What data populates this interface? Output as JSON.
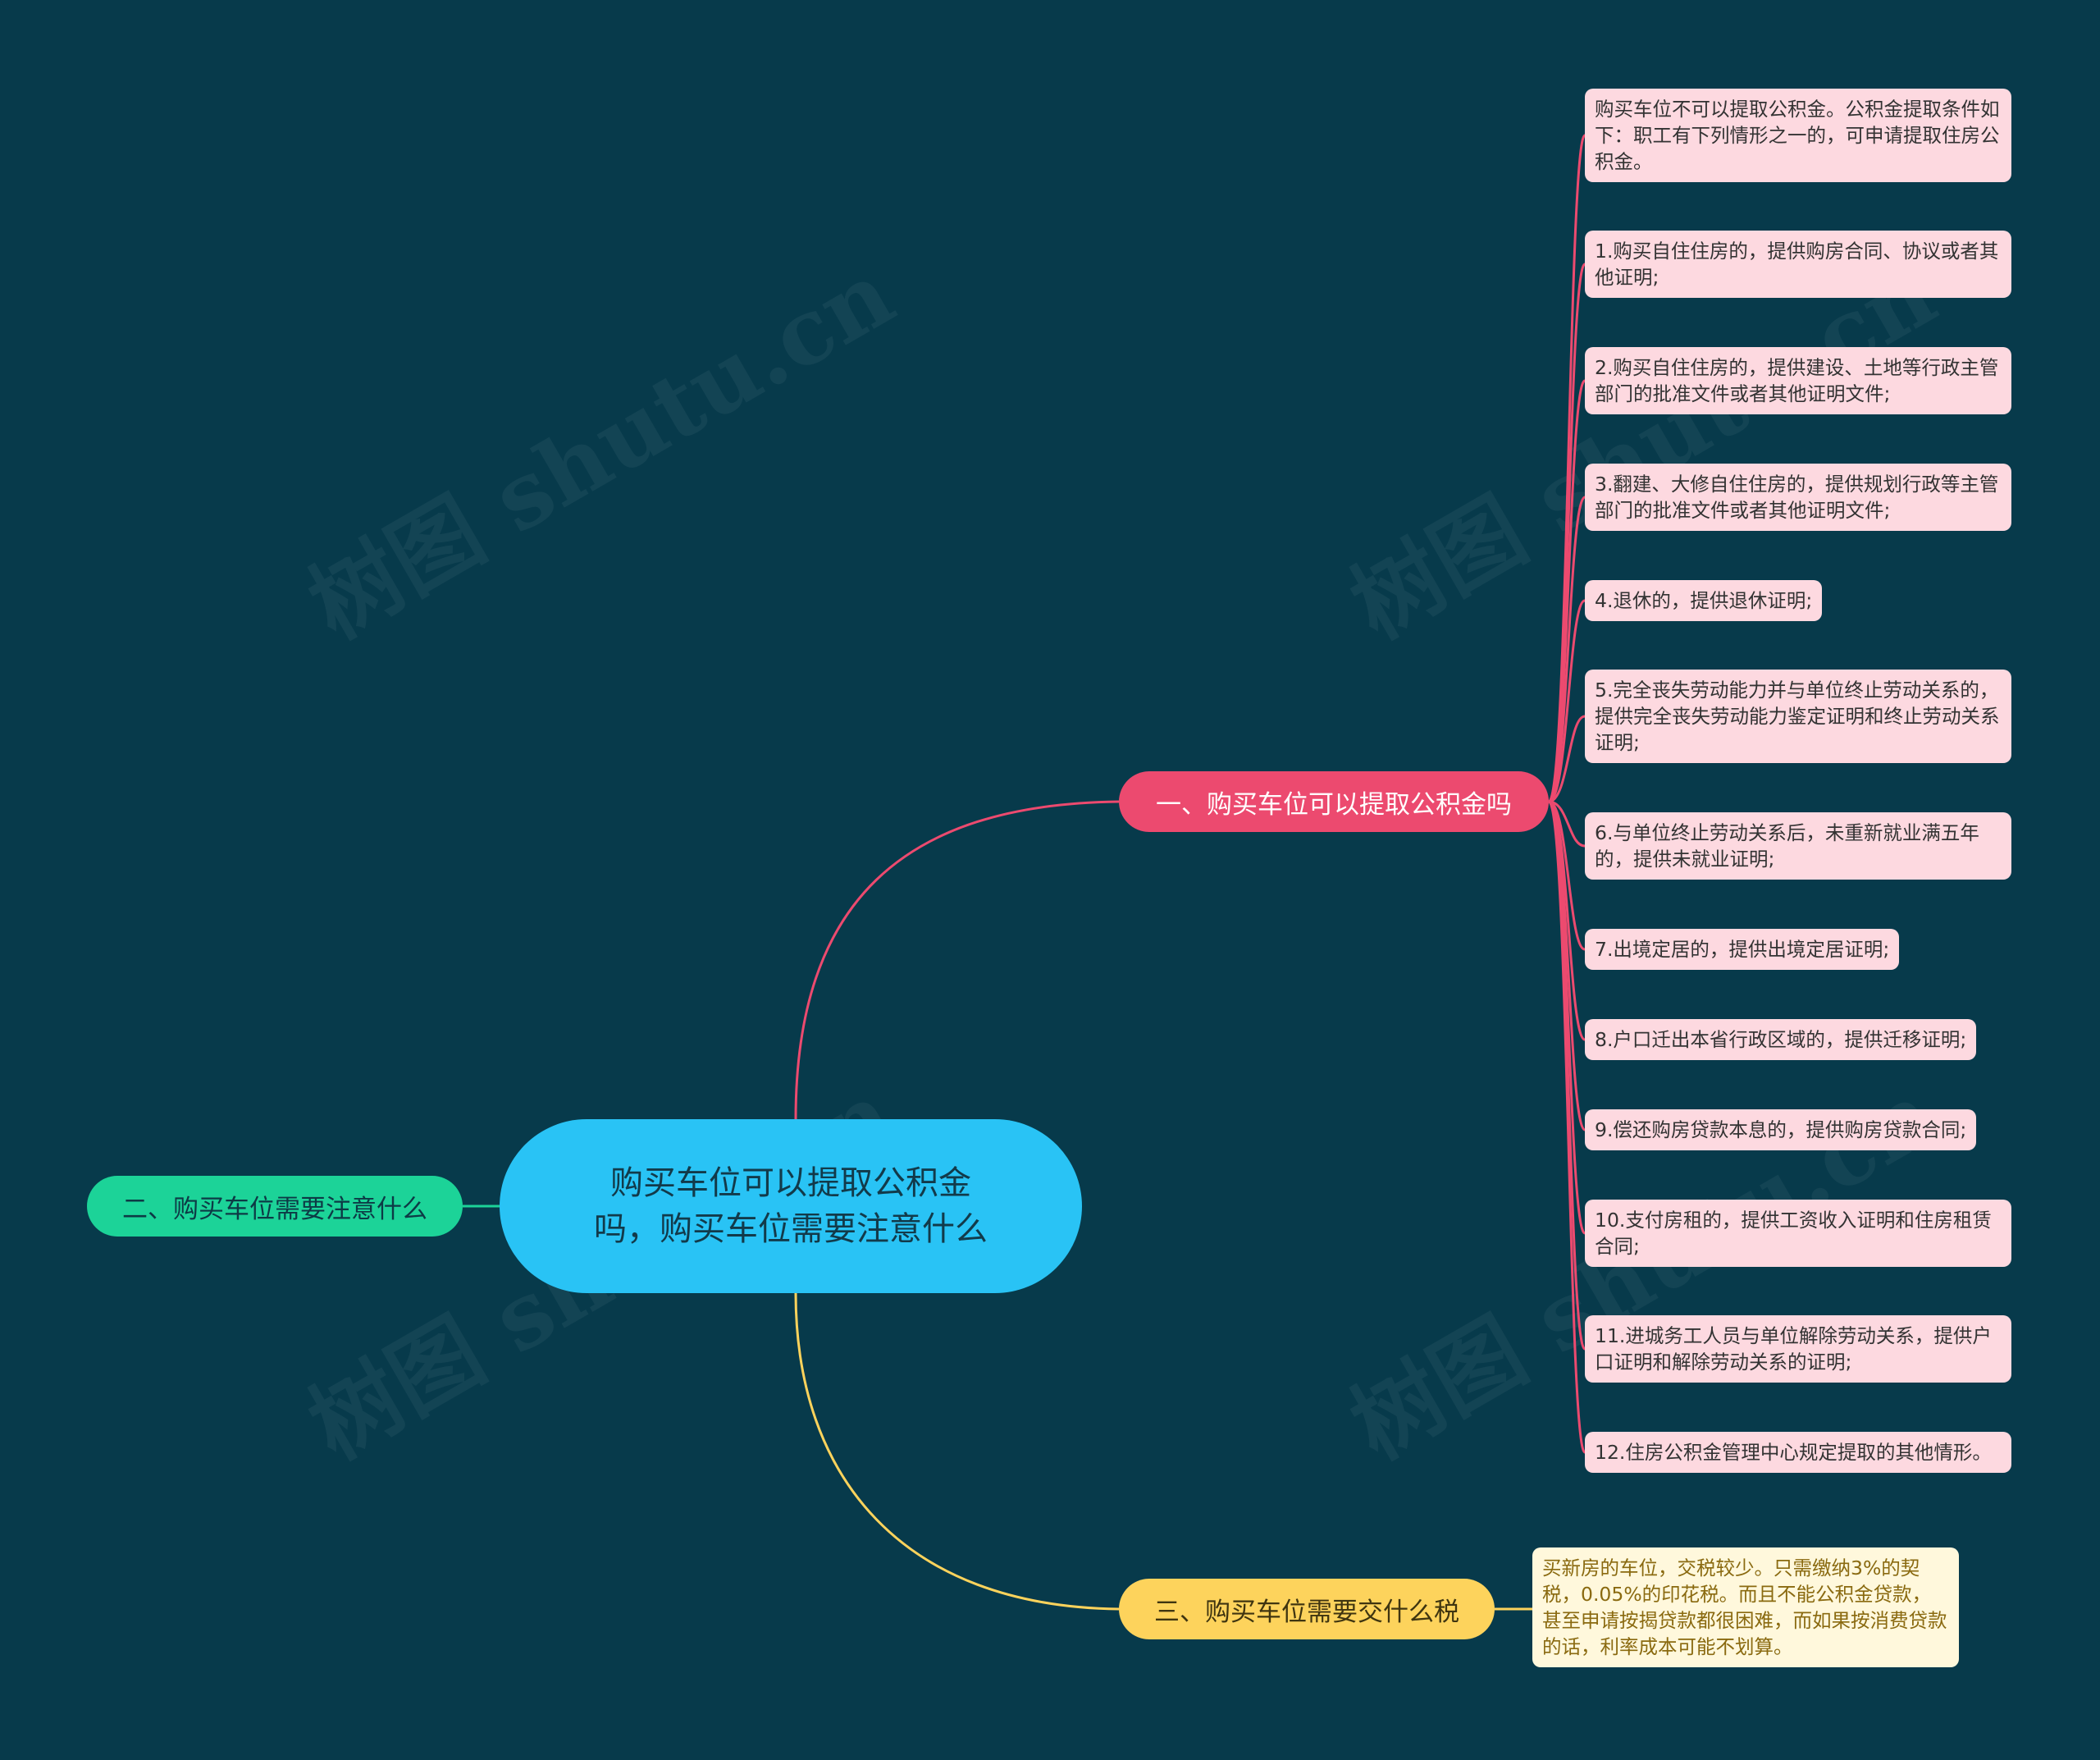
{
  "colors": {
    "background": "#073a4b",
    "root": "#29c3f5",
    "branch_1": "#ec4a6f",
    "branch_2": "#1cd398",
    "branch_3": "#fdd35c",
    "leaf_pink": "#fdd9e0",
    "leaf_yellow": "#fff8dc"
  },
  "watermark": "树图 shutu.cn",
  "root": {
    "label": "购买车位可以提取公积金吗，购买车位需要注意什么"
  },
  "branches": [
    {
      "label": "一、购买车位可以提取公积金吗",
      "children": [
        "购买车位不可以提取公积金。公积金提取条件如下：职工有下列情形之一的，可申请提取住房公积金。",
        "1.购买自住住房的，提供购房合同、协议或者其他证明;",
        "2.购买自住住房的，提供建设、土地等行政主管部门的批准文件或者其他证明文件;",
        "3.翻建、大修自住住房的，提供规划行政等主管部门的批准文件或者其他证明文件;",
        "4.退休的，提供退休证明;",
        "5.完全丧失劳动能力并与单位终止劳动关系的，提供完全丧失劳动能力鉴定证明和终止劳动关系证明;",
        "6.与单位终止劳动关系后，未重新就业满五年的，提供未就业证明;",
        "7.出境定居的，提供出境定居证明;",
        "8.户口迁出本省行政区域的，提供迁移证明;",
        "9.偿还购房贷款本息的，提供购房贷款合同;",
        "10.支付房租的，提供工资收入证明和住房租赁合同;",
        "11.进城务工人员与单位解除劳动关系，提供户口证明和解除劳动关系的证明;",
        "12.住房公积金管理中心规定提取的其他情形。"
      ]
    },
    {
      "label": "二、购买车位需要注意什么",
      "children": []
    },
    {
      "label": "三、购买车位需要交什么税",
      "children": [
        "买新房的车位，交税较少。只需缴纳3%的契税，0.05%的印花税。而且不能公积金贷款，甚至申请按揭贷款都很困难，而如果按消费贷款的话，利率成本可能不划算。"
      ]
    }
  ]
}
